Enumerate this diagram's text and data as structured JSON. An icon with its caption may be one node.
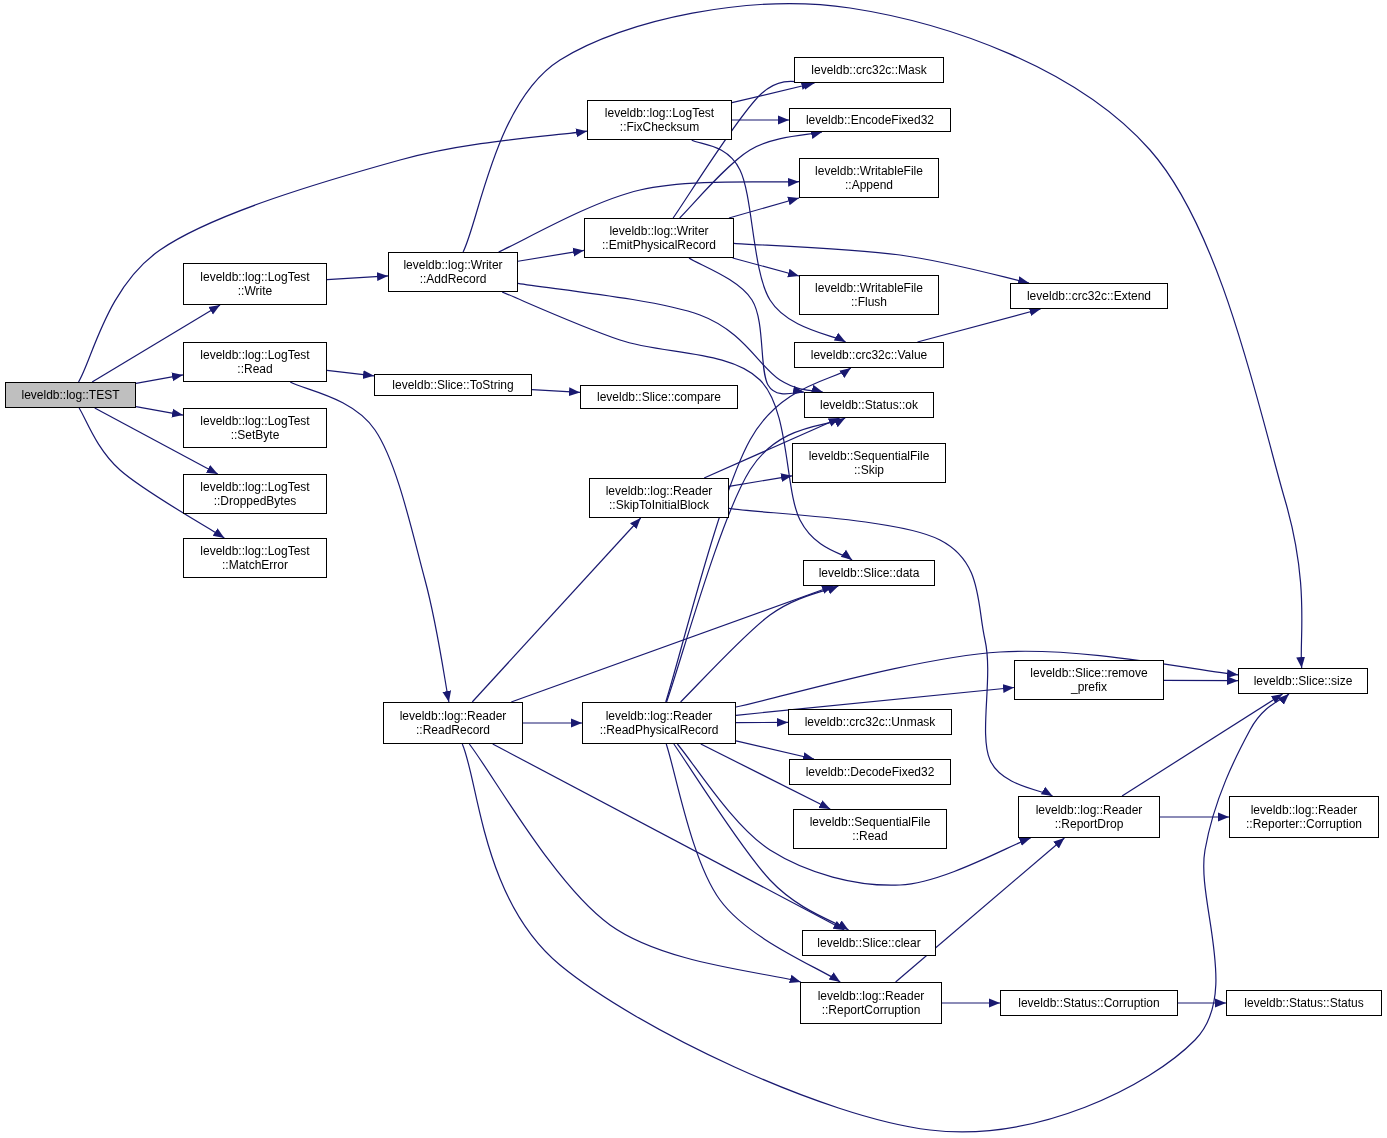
{
  "diagram": {
    "nodes": [
      {
        "text": [
          "leveldb::log::TEST"
        ]
      },
      {
        "text": [
          "leveldb::log::LogTest ::Write"
        ]
      },
      {
        "text": [
          "leveldb::log::LogTest ::Read"
        ]
      },
      {
        "text": [
          "leveldb::log::LogTest ::SetByte"
        ]
      },
      {
        "text": [
          "leveldb::log::LogTest ::DroppedBytes"
        ]
      },
      {
        "text": [
          "leveldb::log::LogTest ::MatchError"
        ]
      },
      {
        "text": [
          "leveldb::log::LogTest ::FixChecksum"
        ]
      },
      {
        "text": [
          "leveldb::log::Writer ::AddRecord"
        ]
      },
      {
        "text": [
          "leveldb::log::Writer ::EmitPhysicalRecord"
        ]
      },
      {
        "text": [
          "leveldb::Slice::ToString"
        ]
      },
      {
        "text": [
          "leveldb::Slice::compare"
        ]
      },
      {
        "text": [
          "leveldb::crc32c::Mask"
        ]
      },
      {
        "text": [
          "leveldb::EncodeFixed32"
        ]
      },
      {
        "text": [
          "leveldb::WritableFile ::Append"
        ]
      },
      {
        "text": [
          "leveldb::WritableFile ::Flush"
        ]
      },
      {
        "text": [
          "leveldb::crc32c::Extend"
        ]
      },
      {
        "text": [
          "leveldb::crc32c::Value"
        ]
      },
      {
        "text": [
          "leveldb::Status::ok"
        ]
      },
      {
        "text": [
          "leveldb::SequentialFile ::Skip"
        ]
      },
      {
        "text": [
          "leveldb::log::Reader ::SkipToInitialBlock"
        ]
      },
      {
        "text": [
          "leveldb::Slice::data"
        ]
      },
      {
        "text": [
          "leveldb::Slice::remove _prefix"
        ]
      },
      {
        "text": [
          "leveldb::Slice::size"
        ]
      },
      {
        "text": [
          "leveldb::log::Reader ::ReadRecord"
        ]
      },
      {
        "text": [
          "leveldb::log::Reader ::ReadPhysicalRecord"
        ]
      },
      {
        "text": [
          "leveldb::crc32c::Unmask"
        ]
      },
      {
        "text": [
          "leveldb::DecodeFixed32"
        ]
      },
      {
        "text": [
          "leveldb::SequentialFile ::Read"
        ]
      },
      {
        "text": [
          "leveldb::log::Reader ::ReportDrop"
        ]
      },
      {
        "text": [
          "leveldb::log::Reader ::Reporter::Corruption"
        ]
      },
      {
        "text": [
          "leveldb::Slice::clear"
        ]
      },
      {
        "text": [
          "leveldb::log::Reader ::ReportCorruption"
        ]
      },
      {
        "text": [
          "leveldb::Status::Corruption"
        ]
      },
      {
        "text": [
          "leveldb::Status::Status"
        ]
      }
    ],
    "edges": [
      {
        "from": 0,
        "to": 1,
        "arrow": "to"
      },
      {
        "from": 0,
        "to": 2,
        "arrow": "to"
      },
      {
        "from": 0,
        "to": 3,
        "arrow": "to"
      },
      {
        "from": 0,
        "to": 4,
        "arrow": "to"
      },
      {
        "from": 0,
        "to": 5,
        "arrow": "to"
      },
      {
        "from": 0,
        "to": 6,
        "arrow": "to"
      },
      {
        "from": 1,
        "to": 7,
        "arrow": "to"
      },
      {
        "from": 2,
        "to": 9,
        "arrow": "to"
      },
      {
        "from": 2,
        "to": 23,
        "arrow": "to"
      },
      {
        "from": 9,
        "to": 10,
        "arrow": "to"
      },
      {
        "from": 7,
        "to": 8,
        "arrow": "to"
      },
      {
        "from": 7,
        "to": 13,
        "arrow": "to"
      },
      {
        "from": 7,
        "to": 22,
        "arrow": "to"
      },
      {
        "from": 7,
        "to": 17,
        "arrow": "to"
      },
      {
        "from": 7,
        "to": 20,
        "arrow": "to"
      },
      {
        "from": 6,
        "to": 11,
        "arrow": "to"
      },
      {
        "from": 6,
        "to": 12,
        "arrow": "to"
      },
      {
        "from": 6,
        "to": 16,
        "arrow": "to"
      },
      {
        "from": 8,
        "to": 11,
        "arrow": "to"
      },
      {
        "from": 8,
        "to": 12,
        "arrow": "to"
      },
      {
        "from": 8,
        "to": 13,
        "arrow": "to"
      },
      {
        "from": 8,
        "to": 14,
        "arrow": "to"
      },
      {
        "from": 8,
        "to": 15,
        "arrow": "to"
      },
      {
        "from": 8,
        "to": 17,
        "arrow": "to"
      },
      {
        "from": 16,
        "to": 15,
        "arrow": "to"
      },
      {
        "from": 19,
        "to": 17,
        "arrow": "to"
      },
      {
        "from": 19,
        "to": 18,
        "arrow": "to"
      },
      {
        "from": 19,
        "to": 28,
        "arrow": "to"
      },
      {
        "from": 23,
        "to": 19,
        "arrow": "to"
      },
      {
        "from": 23,
        "to": 24,
        "arrow": "to"
      },
      {
        "from": 23,
        "to": 20,
        "arrow": "to"
      },
      {
        "from": 23,
        "to": 30,
        "arrow": "to"
      },
      {
        "from": 23,
        "to": 31,
        "arrow": "to"
      },
      {
        "from": 23,
        "to": 22,
        "arrow": "to"
      },
      {
        "from": 24,
        "to": 16,
        "arrow": "to"
      },
      {
        "from": 24,
        "to": 17,
        "arrow": "to"
      },
      {
        "from": 24,
        "to": 20,
        "arrow": "to"
      },
      {
        "from": 24,
        "to": 22,
        "arrow": "to"
      },
      {
        "from": 24,
        "to": 21,
        "arrow": "to"
      },
      {
        "from": 24,
        "to": 25,
        "arrow": "to"
      },
      {
        "from": 24,
        "to": 26,
        "arrow": "to"
      },
      {
        "from": 24,
        "to": 27,
        "arrow": "to"
      },
      {
        "from": 24,
        "to": 28,
        "arrow": "to"
      },
      {
        "from": 24,
        "to": 30,
        "arrow": "to"
      },
      {
        "from": 24,
        "to": 31,
        "arrow": "to"
      },
      {
        "from": 21,
        "to": 22,
        "arrow": "to"
      },
      {
        "from": 28,
        "to": 22,
        "arrow": "to"
      },
      {
        "from": 28,
        "to": 29,
        "arrow": "to"
      },
      {
        "from": 31,
        "to": 28,
        "arrow": "to"
      },
      {
        "from": 31,
        "to": 32,
        "arrow": "to"
      },
      {
        "from": 32,
        "to": 33,
        "arrow": "to"
      }
    ]
  }
}
